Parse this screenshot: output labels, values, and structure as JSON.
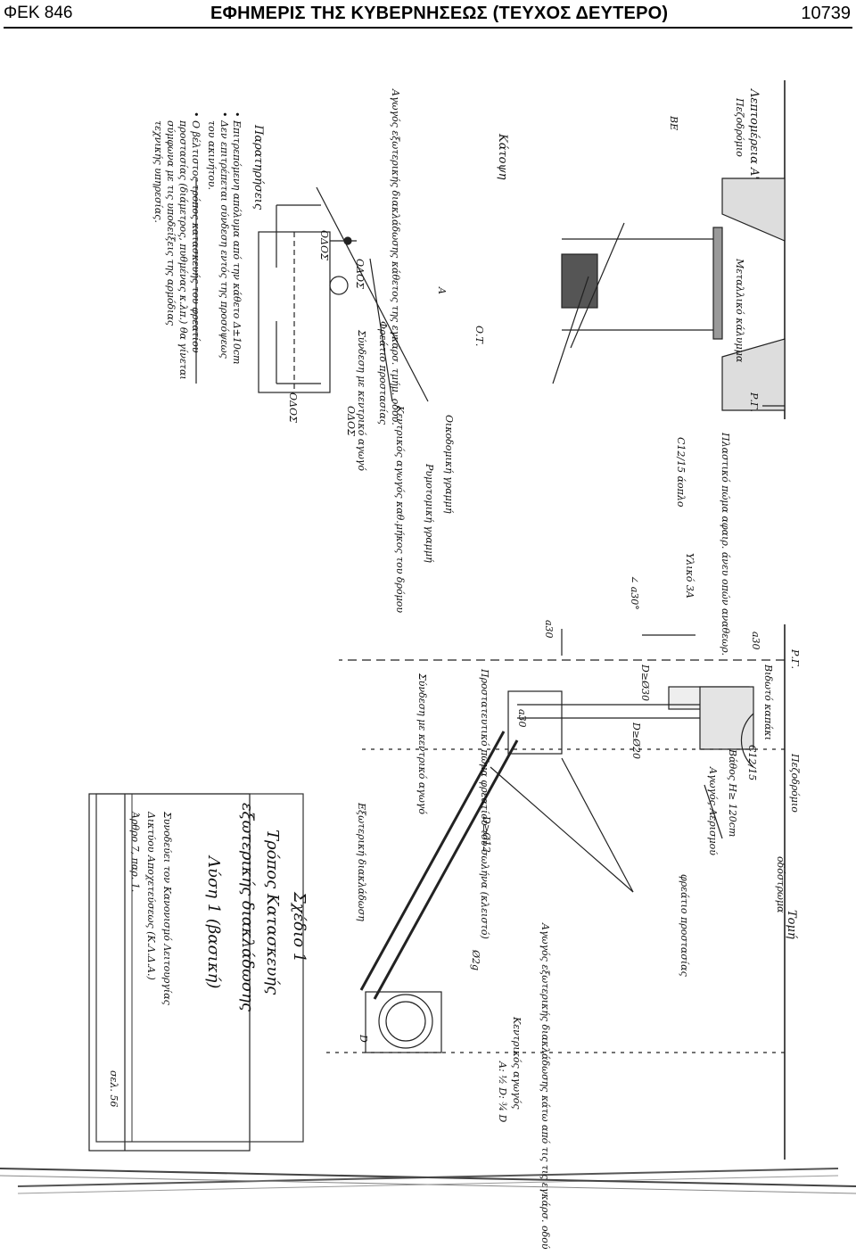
{
  "header": {
    "fek": "ΦΕΚ 846",
    "title": "ΕΦΗΜΕΡΙΣ ΤΗΣ ΚΥΒΕΡΝΗΣΕΩΣ (ΤΕΥΧΟΣ ΔΕΥΤΕΡΟ)",
    "page_number": "10739"
  },
  "drawing": {
    "section_a": "Λεπτομέρεια Α'",
    "sidewalk": "Πεζοδρόμιο",
    "metal_grate": "Μεταλλικό κάλυμμα",
    "plastic_plate": "Πλαστικό πώμα αφαιρ. άνευ οπών αναθεωρ.",
    "c1215_concrete": "C12/15 άοπλο",
    "material_34": "Υλικό 3Α",
    "angle_30": "∠ a30°",
    "pr": "Ρ.Γ.",
    "ve": "ΒΕ",
    "a30_top": "a30",
    "a30_left": "a30",
    "a30_mid": "a30",
    "d_ge_30": "D≥Ø30",
    "d_ge_020": "D≥Ø20",
    "section_title_road": "Τομή",
    "road": "οδόστρωμα",
    "plan_view": "Κάτοψη",
    "ot": "Ο.Τ.",
    "odos_1": "ΟΔΟΣ",
    "odos_2": "ΟΔΟΣ",
    "odos_3": "ΟΔΟΣ",
    "odos_4": "ΟΔΟΣ",
    "a_mark": "Α",
    "building_line": "Οικοδομική γραμμή",
    "street_line": "Ρυμοτομική γραμμή",
    "sewer_pipe_road": "Αγωγός εξωτερικής διακλάδωσης κάθετος της εγκάρσ. τμήμ. οδού.",
    "protection_well": "Φρεάτιο προστασίας",
    "main_sewer_pipe": "Κεντρικός αγωγός καθ.μήκος του δρόμου",
    "connection_main": "Σύνδεση με κεντρικό αγωγό",
    "ext_branch": "Εξωτερική διακλάδωση",
    "cap": "Βιδωτό καπάκι",
    "c1215_side": "C12/15",
    "depth_120": "Βάθος H≥ 120cm",
    "vent_pipe": "Αγωγός Αερισμού",
    "protect_pipe": "Προστατευτικό πώμα φρεατίου του σωλήνα (κλειστό)",
    "protect_well_right": "φρεάτιο προστασίας",
    "pipe_branch": "Αγωγός εξωτερικής διακλάδωσης κάτω από τις τις εγκάρσ. οδού",
    "main_pipe_2": "Κεντρικός αγωγός",
    "ratio": "Α: ½ D: ¾ D",
    "d_ge_012": "D≥Ø12",
    "phi_2g": "Ø2g",
    "d_mark": "D",
    "notes_title": "Παρατηρήσεις",
    "note_1": "• Επιτρεπόμενη απόλυμα από την κάθετο Δ±10cm",
    "note_2": "• Δεν επιτρέπεται σύνδεση εντός της προσόψεως",
    "note_2b": "του ακινήτου.",
    "note_3": "• Ο βέλτιστος τρόπος κατασκευής του φρεατίου",
    "note_3b": "προστασίας (διάμετρος, πυθμένας κ.λπ.) θα γίνεται",
    "note_3c": "σύμφωνα με τις υποδείξεις της αρμόδιας",
    "note_3d": "τεχνικής υπηρεσίας.",
    "title_block_1": "Σχέδιο 1",
    "title_block_2": "Τρόπος Κατασκευής",
    "title_block_3": "εξωτερικής διακλάδωσης",
    "title_block_4": "Λύση 1 (βασική)",
    "title_block_5": "Συνοδεύει τον Κανονισμό Λειτουργίας",
    "title_block_6": "Δικτύου Αποχετεύσεως (Κ.Λ.Δ.Α.)",
    "title_block_7": "Άρθρο 7, παρ. 1.",
    "sheet_no": "σελ. 56"
  }
}
